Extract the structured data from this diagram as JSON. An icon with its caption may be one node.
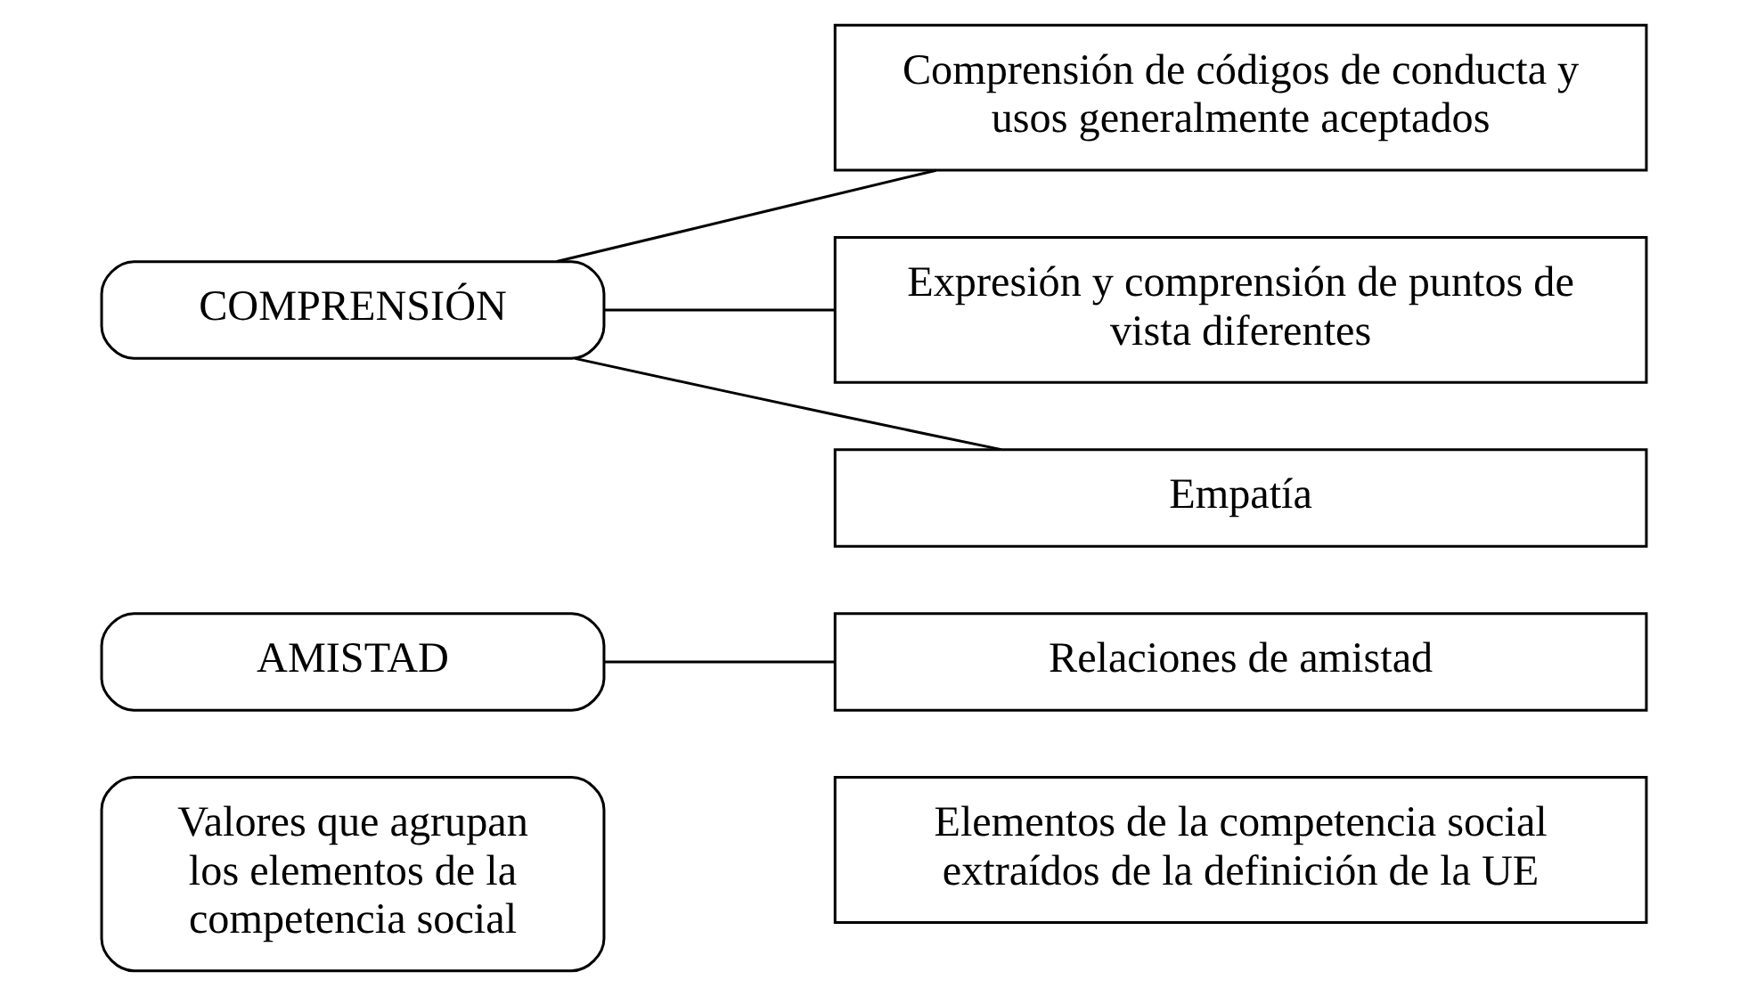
{
  "diagram": {
    "nodes": [
      {
        "text": [
          "Valores que agrupan los elementos de la competencia social"
        ]
      },
      {
        "text": [
          "Elementos de la competencia social extraídos de la definición de la UE"
        ]
      },
      {
        "text": [
          "AMISTAD"
        ]
      },
      {
        "text": [
          "Relaciones de amistad"
        ]
      },
      {
        "text": [
          "COMPRENSIÓN"
        ]
      },
      {
        "text": [
          "Comprensión de códigos de conducta y usos generalmente aceptados"
        ]
      },
      {
        "text": [
          "Expresión y comprensión de puntos de vista diferentes"
        ]
      },
      {
        "text": [
          "Empatía"
        ]
      }
    ],
    "edges": [
      {
        "from": 2,
        "to": 3,
        "arrow": "none"
      },
      {
        "from": 4,
        "to": 5,
        "arrow": "none"
      },
      {
        "from": 4,
        "to": 6,
        "arrow": "none"
      },
      {
        "from": 4,
        "to": 7,
        "arrow": "none"
      }
    ]
  }
}
